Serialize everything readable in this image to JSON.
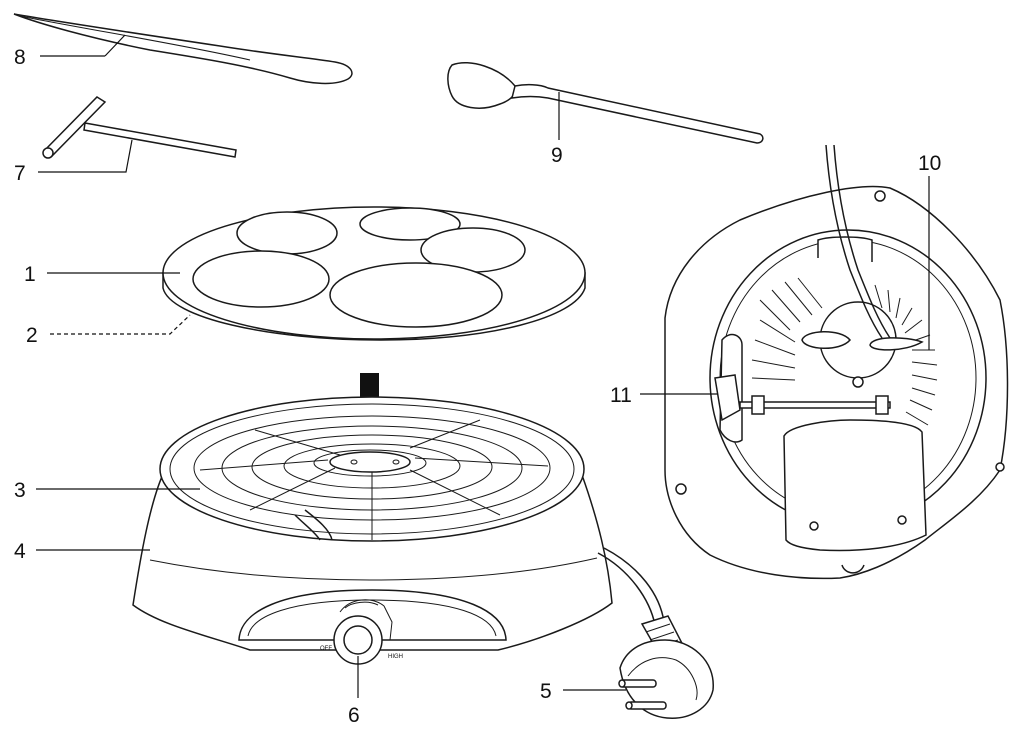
{
  "callouts": {
    "c1": "1",
    "c2": "2",
    "c3": "3",
    "c4": "4",
    "c5": "5",
    "c6": "6",
    "c7": "7",
    "c8": "8",
    "c9": "9",
    "c10": "10",
    "c11": "11"
  },
  "dial": {
    "off_label": "OFF",
    "high_label": "HIGH"
  },
  "colors": {
    "stroke": "#1a1a1a",
    "background": "#ffffff"
  }
}
